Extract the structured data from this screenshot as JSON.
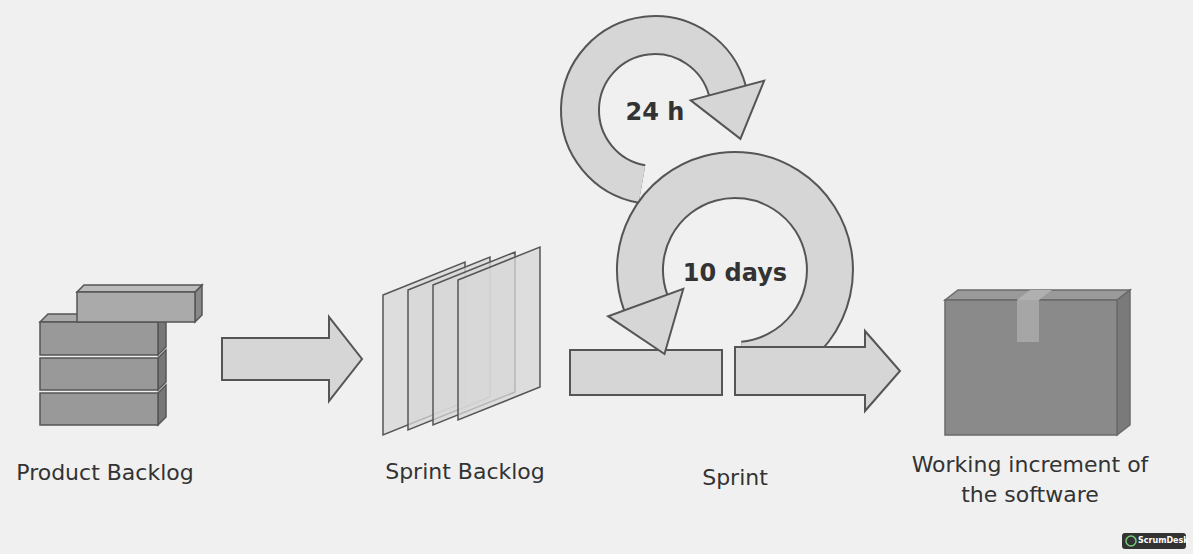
{
  "diagram": {
    "nodes": [
      {
        "text": [
          "Product Backlog"
        ]
      },
      {
        "text": [
          "Sprint Backlog"
        ]
      },
      {
        "text": [
          "10 days",
          "Sprint"
        ]
      },
      {
        "text": [
          "24 h"
        ]
      },
      {
        "text": [
          "Working increment of the software"
        ]
      }
    ],
    "edges": [
      {
        "from": 0,
        "to": 1,
        "arrow": "to"
      },
      {
        "from": 2,
        "to": 4,
        "arrow": "to"
      }
    ],
    "labels": [
      "ScrumDesk"
    ]
  }
}
